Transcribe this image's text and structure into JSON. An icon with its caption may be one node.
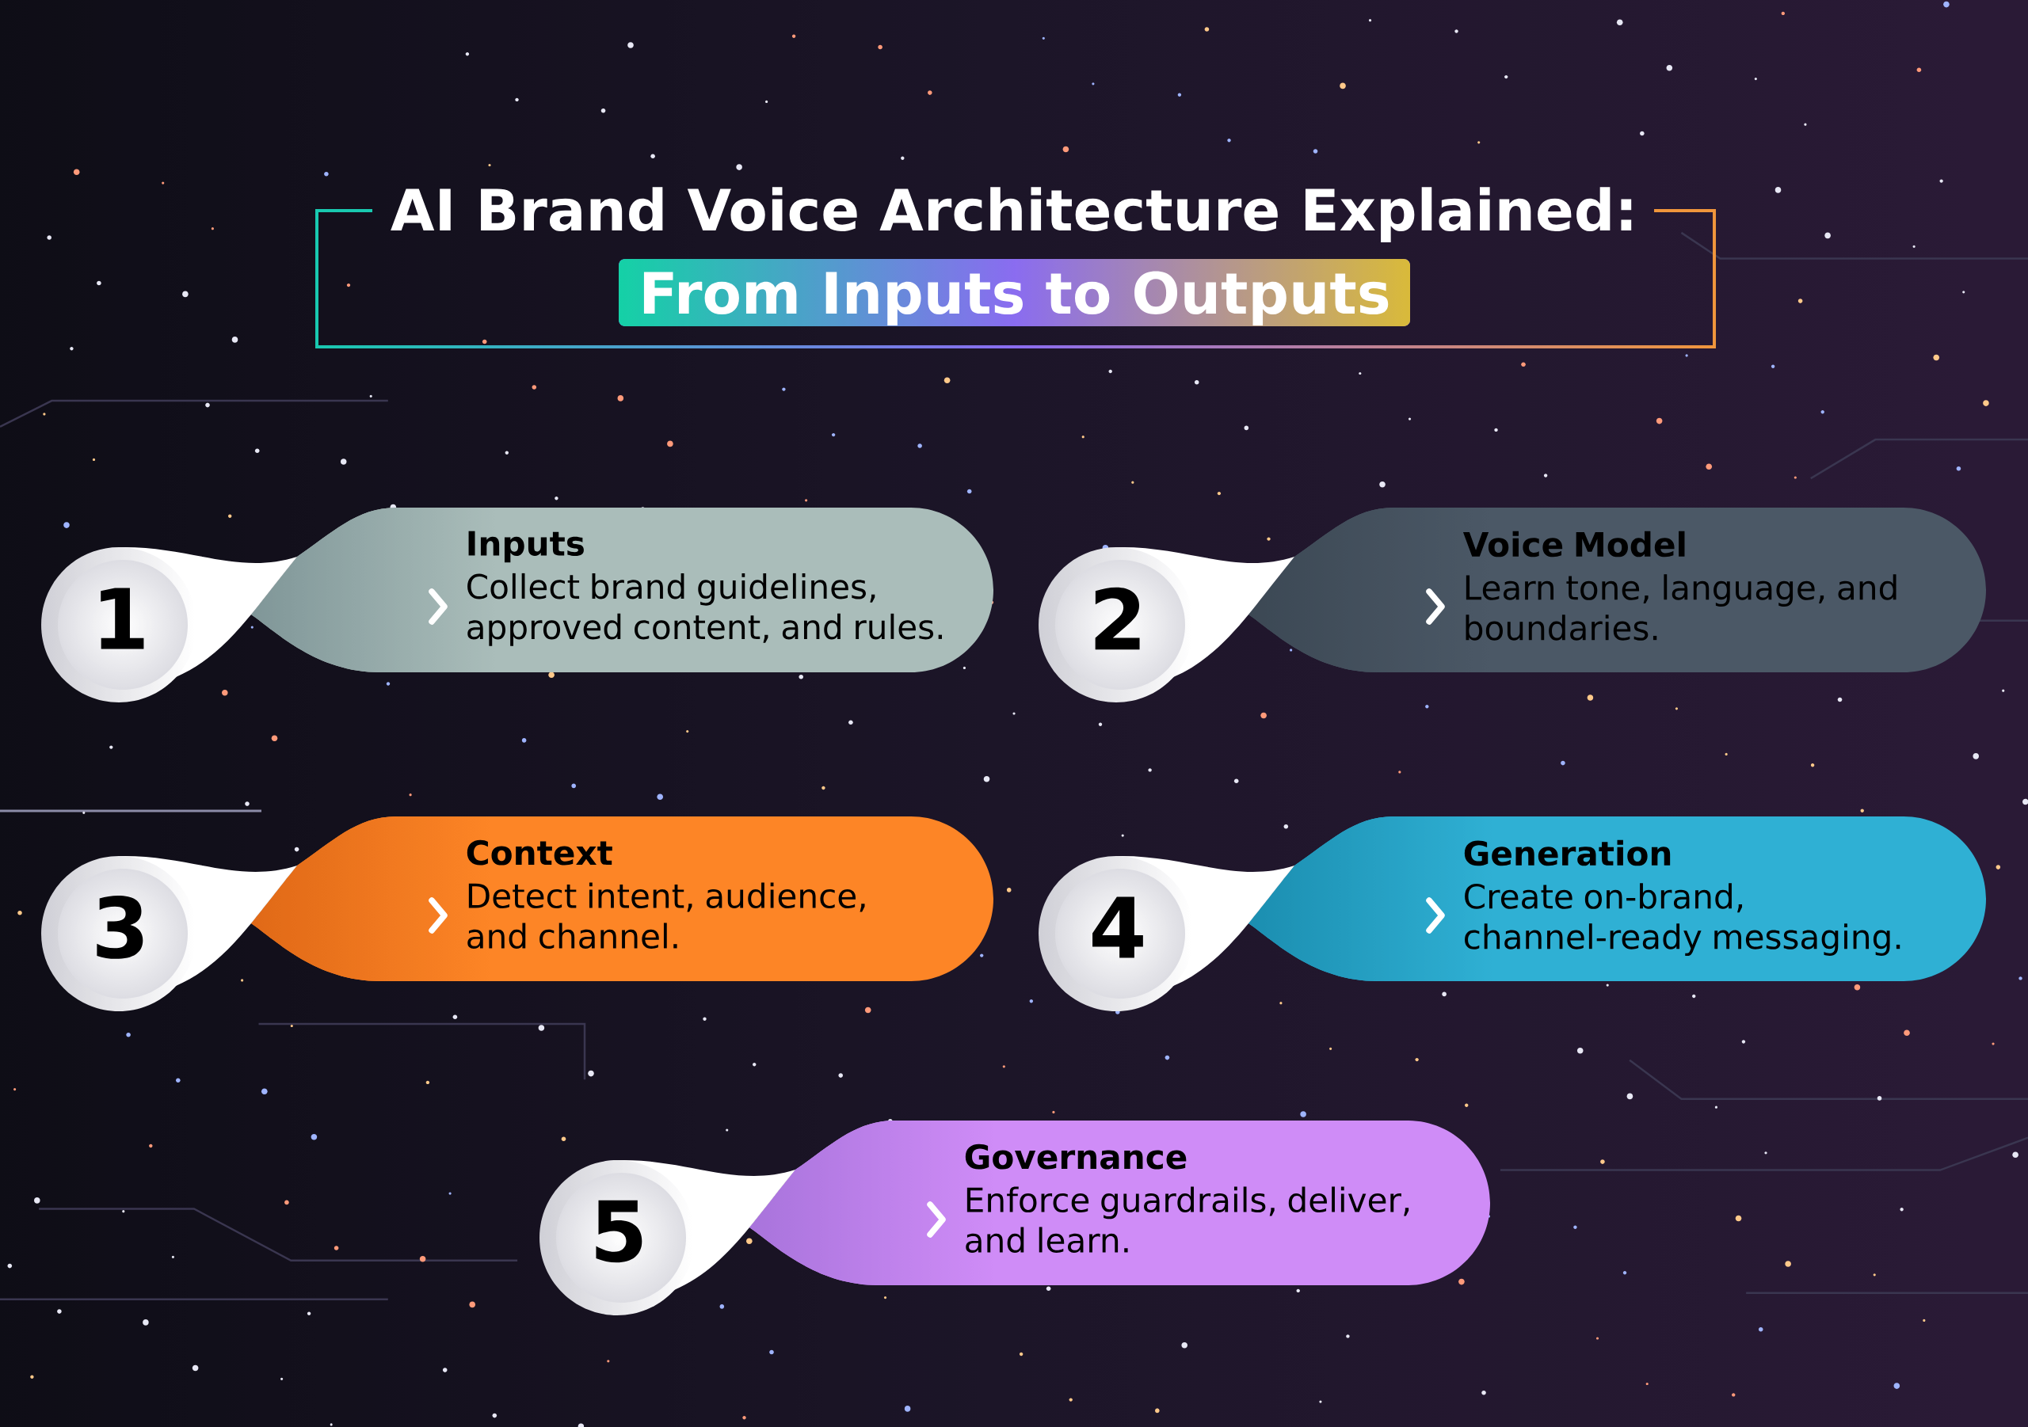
{
  "diagram": {
    "title": "AI Brand Voice Architecture Explained:",
    "nodes": [
      {
        "text": [
          "1"
        ]
      },
      {
        "text": [
          "Inputs",
          "Collect brand guidelines, approved content, and rules."
        ]
      },
      {
        "text": [
          "2"
        ]
      },
      {
        "text": [
          "Voice Model",
          "Learn tone, language, and boundaries."
        ]
      },
      {
        "text": [
          "3"
        ]
      },
      {
        "text": [
          "Context",
          "Detect intent, audience, and channel."
        ]
      },
      {
        "text": [
          "4"
        ]
      },
      {
        "text": [
          "Generation",
          "Create on-brand, channel-ready messaging."
        ]
      },
      {
        "text": [
          "5"
        ]
      },
      {
        "text": [
          "Governance",
          "Enforce guardrails, deliver, and learn."
        ]
      }
    ],
    "labels": [
      "From Inputs to Outputs"
    ]
  }
}
